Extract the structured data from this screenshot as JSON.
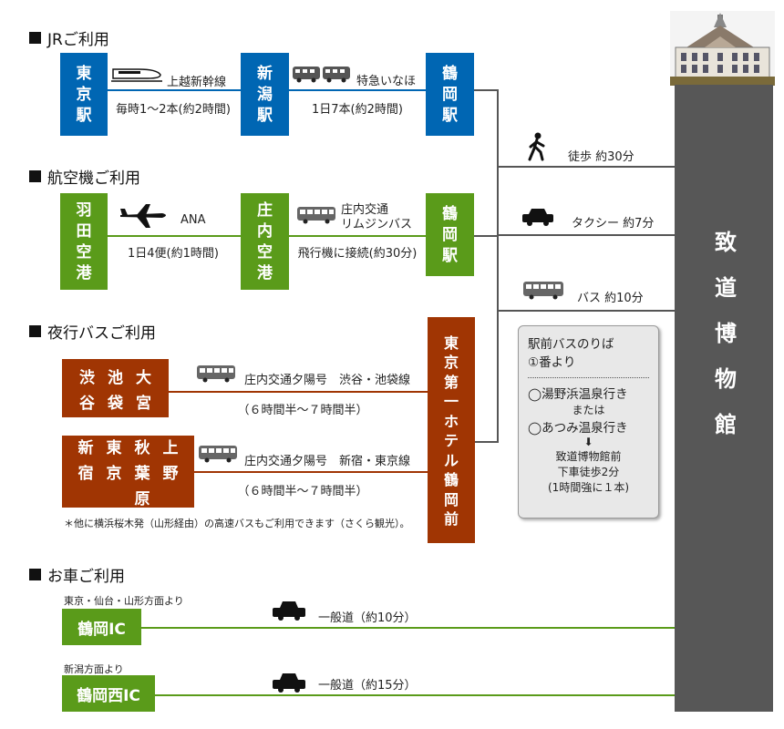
{
  "sections": {
    "jr": "JRご利用",
    "air": "航空機ご利用",
    "bus": "夜行バスご利用",
    "car": "お車ご利用"
  },
  "jr": {
    "tokyo": "東\n京\n駅",
    "niigata": "新\n潟\n駅",
    "tsuruoka": "鶴\n岡\n駅",
    "shinkansen": "上越新幹線",
    "shinkansen_freq": "毎時1～2本(約2時間)",
    "express": "特急いなほ",
    "express_freq": "1日7本(約2時間)"
  },
  "air": {
    "haneda": "羽\n田\n空\n港",
    "shonai": "庄\n内\n空\n港",
    "tsuruoka": "鶴\n岡\n駅",
    "airline": "ANA",
    "flight_freq": "1日4便(約1時間)",
    "limousine_1": "庄内交通",
    "limousine_2": "リムジンバス",
    "limousine_note": "飛行機に接続(約30分)"
  },
  "nightbus": {
    "shibuya": [
      "渋",
      "谷"
    ],
    "ikebukuro": [
      "池",
      "袋"
    ],
    "omiya": [
      "大",
      "宮"
    ],
    "shinjuku": [
      "新",
      "宿"
    ],
    "tokyo": [
      "東",
      "京"
    ],
    "akihabara": [
      "秋",
      "葉",
      "原"
    ],
    "ueno": [
      "上",
      "野"
    ],
    "hotel": "東\n京\n第\n一\nホ\nテ\nル\n鶴\n岡\n前",
    "route1": "庄内交通夕陽号　渋谷・池袋線",
    "route1_time": "（６時間半～７時間半）",
    "route2": "庄内交通夕陽号　新宿・東京線",
    "route2_time": "（６時間半～７時間半）",
    "note": "＊他に横浜桜木発（山形経由）の高速バスもご利用できます（さくら観光）。"
  },
  "access": {
    "walk": "徒歩 約30分",
    "taxi": "タクシー 約7分",
    "bus": "バス 約10分"
  },
  "busstop": {
    "title": "駅前バスのりば",
    "platform": "①番より",
    "dest1": "◯湯野浜温泉行き",
    "or": "または",
    "dest2": "◯あつみ温泉行き",
    "arrow": "⬇",
    "stop1": "致道博物館前",
    "stop2": "下車徒歩2分",
    "stop3": "(1時間強に１本)"
  },
  "museum": "致道博物館",
  "car": {
    "ic1_from": "東京・仙台・山形方面より",
    "ic1": "鶴岡IC",
    "ic1_route": "一般道（約10分）",
    "ic2_from": "新潟方面より",
    "ic2": "鶴岡西IC",
    "ic2_route": "一般道（約15分）"
  },
  "colors": {
    "jr": "#0066b3",
    "air": "#5a9b1a",
    "bus": "#a03503",
    "museum": "#575757"
  }
}
